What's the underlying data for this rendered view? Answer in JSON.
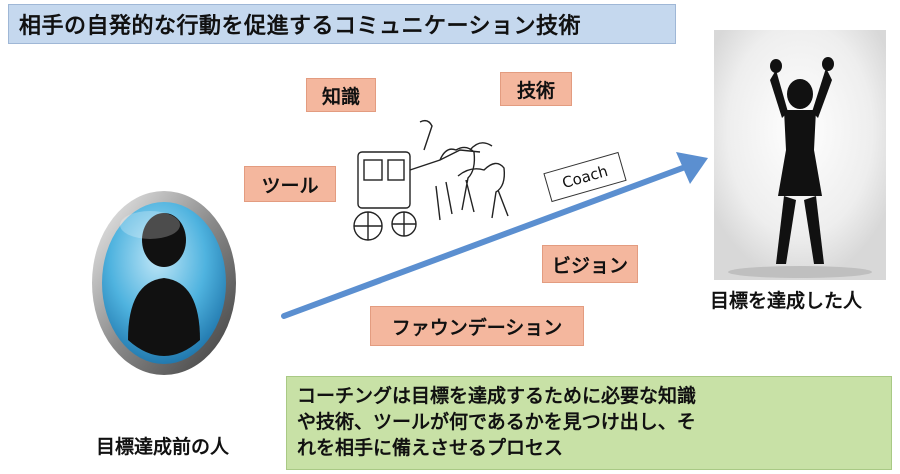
{
  "title": "相手の自発的な行動を促進するコミュニケーション技術",
  "tags": {
    "knowledge": "知識",
    "skill": "技術",
    "tool": "ツール",
    "vision": "ビジョン",
    "foundation": "ファウンデーション"
  },
  "coach_label": "Coach",
  "captions": {
    "before": "目標達成前の人",
    "after": "目標を達成した人"
  },
  "definition": {
    "line1": "コーチングは目標を達成するために必要な知識",
    "line2": "や技術、ツールが何であるかを見つけ出し、そ",
    "line3": "れを相手に備えさせるプロセス"
  },
  "colors": {
    "title_bg": "#c5d8ee",
    "tag_bg": "#f4b79e",
    "definition_bg": "#c8e1a6",
    "arrow": "#5b8fd0"
  }
}
